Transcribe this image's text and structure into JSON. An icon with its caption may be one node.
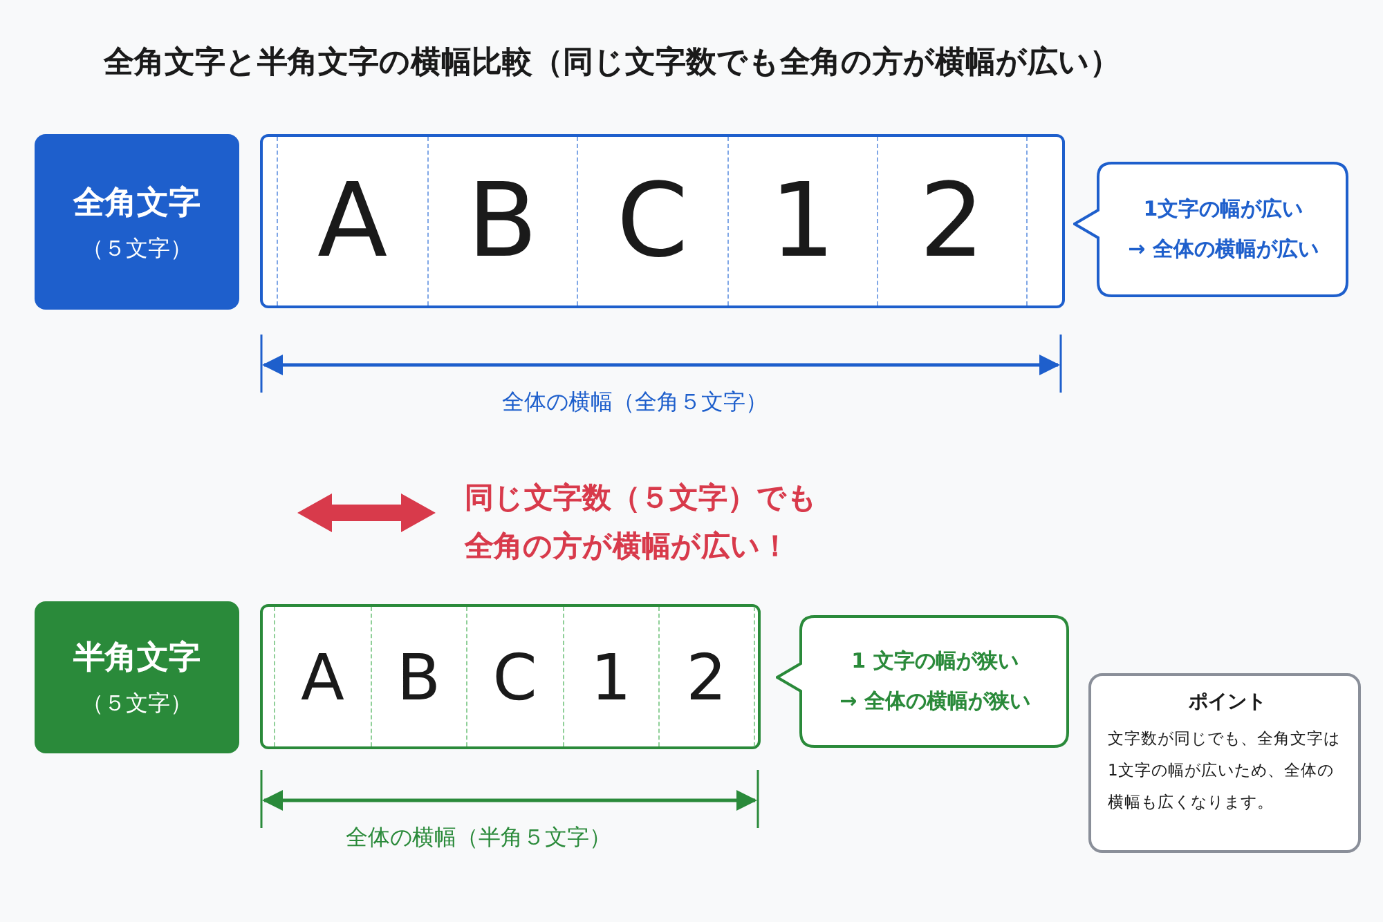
{
  "diagram": {
    "title": "全角文字と半角文字の横幅比較（同じ文字数でも全角の方が横幅が広い）",
    "nodes": [
      {
        "text": [
          "全角文字",
          "（５文字）"
        ]
      },
      {
        "text": [],
        "shape": "box"
      },
      {
        "text": [
          "A"
        ],
        "in": 1
      },
      {
        "text": [
          "B"
        ],
        "in": 1
      },
      {
        "text": [
          "C"
        ],
        "in": 1
      },
      {
        "text": [
          "1"
        ],
        "in": 1
      },
      {
        "text": [
          "2"
        ],
        "in": 1
      },
      {
        "text": [
          "1文字の幅が広い",
          "→ 全体の横幅が広い"
        ]
      },
      {
        "text": [
          "半角文字",
          "（５文字）"
        ]
      },
      {
        "text": [],
        "shape": "box"
      },
      {
        "text": [
          "A"
        ],
        "in": 9
      },
      {
        "text": [
          "B"
        ],
        "in": 9
      },
      {
        "text": [
          "C"
        ],
        "in": 9
      },
      {
        "text": [
          "1"
        ],
        "in": 9
      },
      {
        "text": [
          "2"
        ],
        "in": 9
      },
      {
        "text": [
          "1 文字の幅が狭い",
          "→ 全体の横幅が狭い"
        ]
      },
      {
        "text": [
          "ポイント",
          "文字数が同じでも、全角文字は1文字の幅が広いため、全体の横幅も広くなります。"
        ]
      }
    ],
    "labels": [
      "全体の横幅（全角５文字）",
      "同じ文字数（５文字）でも全角の方が横幅が広い！",
      "全体の横幅（半角５文字）"
    ]
  }
}
